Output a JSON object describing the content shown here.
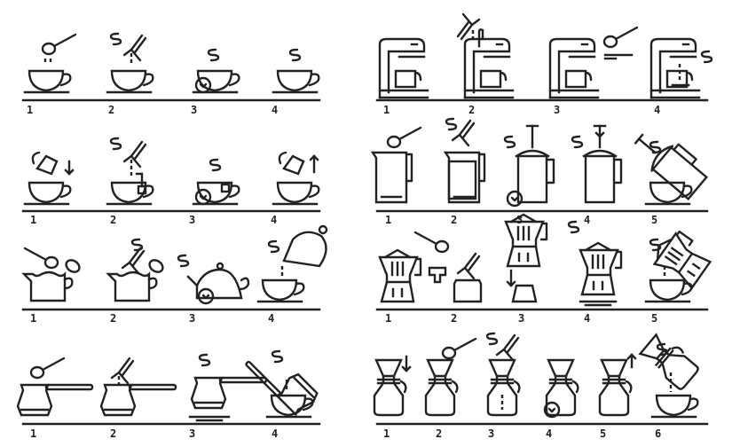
{
  "illustration": {
    "title": "Coffee and tea brewing steps line icons",
    "stroke_color": "#222222",
    "background": "#ffffff"
  },
  "sequences": [
    {
      "id": "instant-coffee",
      "column": "left",
      "row": 1,
      "steps": [
        {
          "label": "1",
          "icon": "spoon-sugar-into-cup-icon"
        },
        {
          "label": "2",
          "icon": "kettle-pour-hot-water-into-cup-icon"
        },
        {
          "label": "3",
          "icon": "steaming-cup-timer-icon"
        },
        {
          "label": "4",
          "icon": "steaming-cup-icon"
        }
      ]
    },
    {
      "id": "drip-coffee-machine",
      "column": "right",
      "row": 1,
      "steps": [
        {
          "label": "1",
          "icon": "coffee-machine-icon"
        },
        {
          "label": "2",
          "icon": "pour-water-into-machine-icon"
        },
        {
          "label": "3",
          "icon": "add-ground-coffee-to-filter-icon"
        },
        {
          "label": "4",
          "icon": "machine-brewing-steam-icon"
        }
      ]
    },
    {
      "id": "tea-bag",
      "column": "left",
      "row": 2,
      "steps": [
        {
          "label": "1",
          "icon": "tea-bag-down-into-cup-icon"
        },
        {
          "label": "2",
          "icon": "pour-water-on-tea-bag-icon"
        },
        {
          "label": "3",
          "icon": "tea-steep-timer-icon"
        },
        {
          "label": "4",
          "icon": "tea-bag-up-out-of-cup-icon"
        }
      ]
    },
    {
      "id": "french-press",
      "column": "right",
      "row": 2,
      "steps": [
        {
          "label": "1",
          "icon": "spoon-coffee-into-press-icon"
        },
        {
          "label": "2",
          "icon": "pour-water-into-press-icon"
        },
        {
          "label": "3",
          "icon": "press-steep-timer-icon"
        },
        {
          "label": "4",
          "icon": "push-plunger-down-icon"
        },
        {
          "label": "5",
          "icon": "pour-press-into-cup-icon"
        }
      ]
    },
    {
      "id": "teapot",
      "column": "left",
      "row": 3,
      "steps": [
        {
          "label": "1",
          "icon": "spoon-tea-into-teapot-icon"
        },
        {
          "label": "2",
          "icon": "pour-water-into-teapot-icon"
        },
        {
          "label": "3",
          "icon": "teapot-steep-timer-icon"
        },
        {
          "label": "4",
          "icon": "pour-teapot-into-cup-icon"
        }
      ]
    },
    {
      "id": "moka-pot",
      "column": "right",
      "row": 3,
      "steps": [
        {
          "label": "1",
          "icon": "moka-pot-icon"
        },
        {
          "label": "2",
          "icon": "fill-funnel-and-water-icon"
        },
        {
          "label": "3",
          "icon": "assemble-moka-pot-icon"
        },
        {
          "label": "4",
          "icon": "moka-pot-on-stove-icon"
        },
        {
          "label": "5",
          "icon": "pour-moka-into-cup-icon"
        }
      ]
    },
    {
      "id": "turkish-cezve",
      "column": "left",
      "row": 4,
      "steps": [
        {
          "label": "1",
          "icon": "spoon-coffee-into-cezve-icon"
        },
        {
          "label": "2",
          "icon": "pour-water-into-cezve-icon"
        },
        {
          "label": "3",
          "icon": "cezve-on-stove-icon"
        },
        {
          "label": "4",
          "icon": "pour-cezve-into-cup-icon"
        }
      ]
    },
    {
      "id": "chemex-pour-over",
      "column": "right",
      "row": 4,
      "steps": [
        {
          "label": "1",
          "icon": "place-filter-down-icon"
        },
        {
          "label": "2",
          "icon": "spoon-coffee-into-filter-icon"
        },
        {
          "label": "3",
          "icon": "pour-water-over-icon"
        },
        {
          "label": "4",
          "icon": "drip-timer-icon"
        },
        {
          "label": "5",
          "icon": "remove-filter-up-icon"
        },
        {
          "label": "6",
          "icon": "pour-chemex-into-cup-icon"
        }
      ]
    }
  ]
}
